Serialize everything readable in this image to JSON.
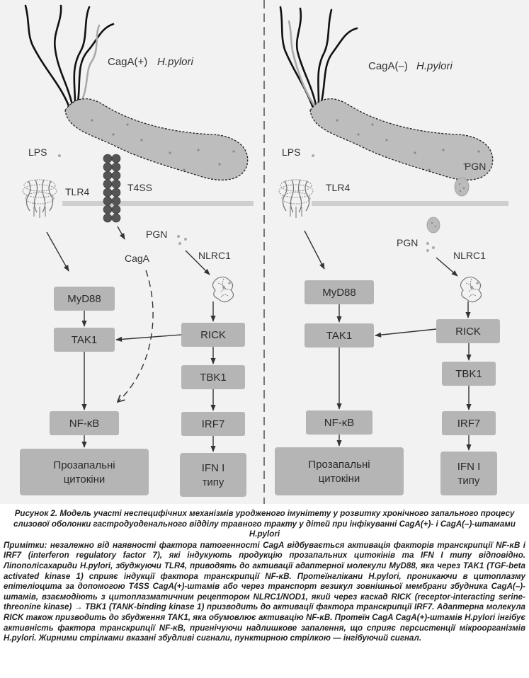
{
  "left_panel": {
    "bacterium_label": "CagA(+)",
    "bacterium_species": "H.pylori",
    "lps": "LPS",
    "tlr4": "TLR4",
    "t4ss": "T4SS",
    "pgn": "PGN",
    "caga": "CagA",
    "nlrc1": "NLRC1",
    "myd88": "MyD88",
    "tak1": "TAK1",
    "nfkb": "NF-κB",
    "cytokines_line1": "Прозапальні",
    "cytokines_line2": "цитокіни",
    "rick": "RICK",
    "tbk1": "TBK1",
    "irf7": "IRF7",
    "ifn_line1": "IFN I",
    "ifn_line2": "типу"
  },
  "right_panel": {
    "bacterium_label": "CagA(–)",
    "bacterium_species": "H.pylori",
    "lps": "LPS",
    "tlr4": "TLR4",
    "pgn_outside": "PGN",
    "pgn": "PGN",
    "nlrc1": "NLRC1",
    "myd88": "MyD88",
    "tak1": "TAK1",
    "nfkb": "NF-κB",
    "cytokines_line1": "Прозапальні",
    "cytokines_line2": "цитокіни",
    "rick": "RICK",
    "tbk1": "TBK1",
    "irf7": "IRF7",
    "ifn_line1": "IFN I",
    "ifn_line2": "типу"
  },
  "colors": {
    "background": "#f2f2f2",
    "box": "#b5b5b5",
    "membrane": "#cfcfcf",
    "bacterium": "#bdbdbd",
    "t4ss": "#555555"
  },
  "caption": {
    "title": "Рисунок 2. Модель участі неспецифічних механізмів уродженого імунітету у розвитку хронічного запального процесу слизової оболонки гастродуоденального відділу травного тракту у дітей при інфікуванні CagA(+)- і CagA(–)-штамами H.pylori",
    "notes": "Примітки: незалежно від наявності фактора патогенності CagA відбувається активація факторів транскрипції NF-κB і IRF7 (interferon regulatory factor 7), які індукують продукцію прозапальних цитокінів та IFN I типу відповідно. Ліпополісахариди H.pylori, збуджуючи TLR4, приводять до активації адаптерної молекули MyD88, яка через TAK1 (TGF-beta activated kinase 1) сприяє індукції фактора транскрипції NF-κB. Протеїнглікани H.pylori, проникаючи в цитоплазму епітеліоцита за допомогою T4SS CagA(+)-штамів або через транспорт везикул зовнішньої мембрани збудника CagA(–)-штамів, взаємодіють з цитоплазматичним рецептором NLRC1/NOD1, який через каскад RICK (receptor-interacting serine-threonine kinase) → TBK1 (TANK-binding kinase 1) призводить до активації фактора транскрипції IRF7. Адаптерна молекула RICK також призводить до збудження TAK1, яка обумовлює активацію NF-κB. Протеїн CagA CagA(+)-штамів H.pylori інгібує активність фактора транскрипції NF-κB, пригнічуючи надлишкове запалення, що сприяє персистенції мікроорганізмів H.pylori. Жирними стрілками вказані збудливі сигнали, пунктирною стрілкою — інгібуючий сигнал."
  }
}
